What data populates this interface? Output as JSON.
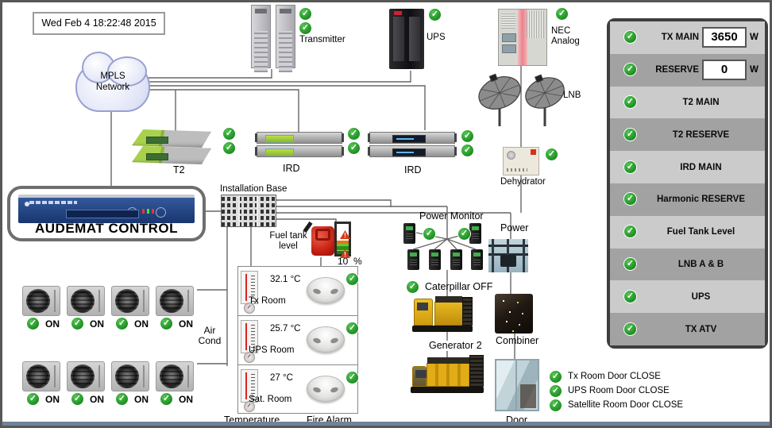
{
  "timestamp": "Wed Feb 4 18:22:48 2015",
  "network": {
    "cloud_line1": "MPLS",
    "cloud_line2": "Network"
  },
  "devices": {
    "transmitter": "Transmitter",
    "ups": "UPS",
    "nec_line1": "NEC",
    "nec_line2": "Analog",
    "lnb": "LNB",
    "dehydrator": "Dehydrator",
    "t2": "T2",
    "ird1": "IRD",
    "ird2": "IRD",
    "installation_base": "Installation Base",
    "audemat": "AUDEMAT CONTROL",
    "fuel_label_line1": "Fuel tank",
    "fuel_label_line2": "level",
    "fuel_value": "10",
    "fuel_unit": "%",
    "power_monitor": "Power Monitor",
    "power": "Power",
    "caterpillar_status": "Caterpillar OFF",
    "generator2": "Generator 2",
    "combiner": "Combiner",
    "door": "Door",
    "air_cond_line1": "Air",
    "air_cond_line2": "Cond",
    "temperature_label": "Temperature",
    "fire_alarm_label": "Fire Alarm",
    "ac_on": "ON"
  },
  "rooms": [
    {
      "temp": "32.1 °C",
      "name": "Tx Room"
    },
    {
      "temp": "25.7 °C",
      "name": "UPS Room"
    },
    {
      "temp": "27 °C",
      "name": "Sat. Room"
    }
  ],
  "panel": {
    "rows": [
      {
        "label": "TX MAIN",
        "value": "3650",
        "unit": "W"
      },
      {
        "label": "RESERVE",
        "value": "0",
        "unit": "W"
      },
      {
        "label": "T2  MAIN"
      },
      {
        "label": "T2 RESERVE"
      },
      {
        "label": "IRD MAIN"
      },
      {
        "label": "Harmonic RESERVE"
      },
      {
        "label": "Fuel Tank Level"
      },
      {
        "label": "LNB A & B"
      },
      {
        "label": "UPS"
      },
      {
        "label": "TX ATV"
      }
    ]
  },
  "door_status": [
    {
      "label": "Tx Room Door CLOSE"
    },
    {
      "label": "UPS Room Door CLOSE"
    },
    {
      "label": "Satellite Room Door CLOSE"
    }
  ],
  "icons": {
    "status_ok": "check-circle",
    "fuel_warning": "warning-triangle"
  },
  "colors": {
    "status_ok_green": "#1e9022",
    "panel_row_light": "#cbcbcb",
    "panel_row_dark": "#a2a2a2",
    "audemat_blue": "#1d3a6e",
    "warning_red": "#d43b18",
    "bottom_strip": "#70839a"
  }
}
